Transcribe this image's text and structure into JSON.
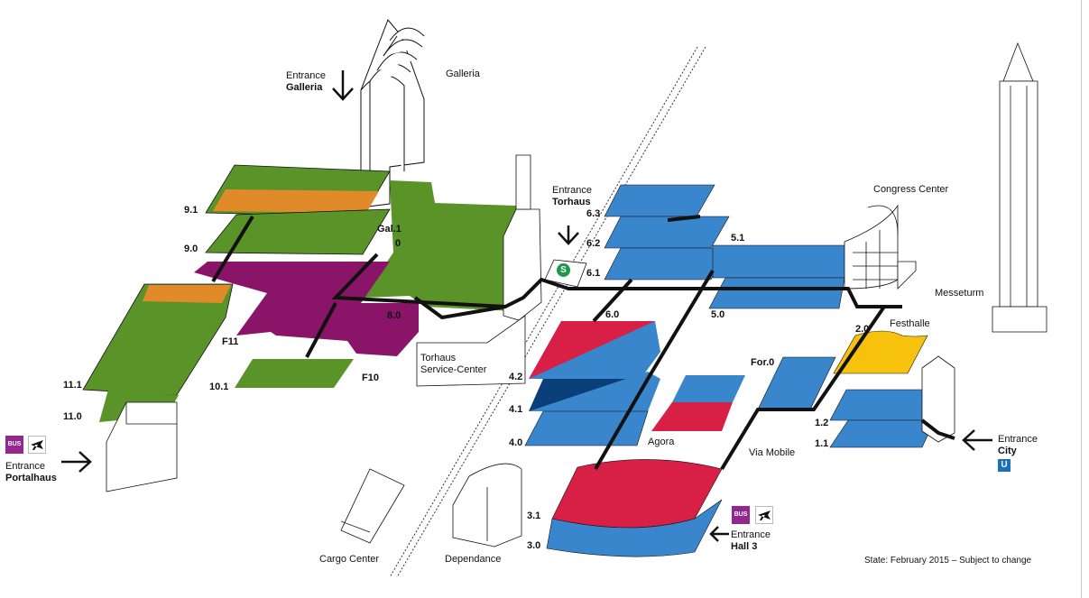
{
  "title": "",
  "colors": {
    "green": "#5a9428",
    "purple": "#8a1568",
    "orange": "#e08a2a",
    "blue": "#3a86cc",
    "red": "#d81f45",
    "darkblue": "#0b3f7a",
    "yellow": "#f6c20e",
    "path": "#111111"
  },
  "entrances": {
    "galleria": {
      "line1": "Entrance",
      "line2": "Galleria"
    },
    "torhaus": {
      "line1": "Entrance",
      "line2": "Torhaus"
    },
    "portalhaus": {
      "line1": "Entrance",
      "line2": "Portalhaus"
    },
    "city": {
      "line1": "Entrance",
      "line2": "City"
    },
    "hall3": {
      "line1": "Entrance",
      "line2": "Hall 3"
    }
  },
  "buildings": {
    "galleria": "Galleria",
    "congress": "Congress Center",
    "messeturm": "Messeturm",
    "festhalle": "Festhalle",
    "torhaus_sc_1": "Torhaus",
    "torhaus_sc_2": "Service-Center",
    "agora": "Agora",
    "via_mobile": "Via Mobile",
    "cargo": "Cargo Center",
    "dependance": "Dependance"
  },
  "levels": {
    "l9_1": "9.1",
    "l9_0": "9.0",
    "gal1": "Gal.1",
    "zero": "0",
    "l8_0": "8.0",
    "f11": "F11",
    "f10": "F10",
    "l10_1": "10.1",
    "l11_1": "11.1",
    "l11_0": "11.0",
    "l6_3": "6.3",
    "l6_2": "6.2",
    "l6_1": "6.1",
    "l6_0": "6.0",
    "l5_1": "5.1",
    "l5_0": "5.0",
    "l4_2": "4.2",
    "l4_1": "4.1",
    "l4_0": "4.0",
    "l3_1": "3.1",
    "l3_0": "3.0",
    "l2_0": "2.0",
    "for0": "For.0",
    "l1_2": "1.2",
    "l1_1": "1.1"
  },
  "badges": {
    "bus": "BUS",
    "u": "U",
    "s": "S"
  },
  "icons": [
    "bus-badge-icon",
    "airplane-icon",
    "u-bahn-icon",
    "s-bahn-icon",
    "arrow-icon"
  ],
  "footer": "State: February 2015 – Subject to change"
}
